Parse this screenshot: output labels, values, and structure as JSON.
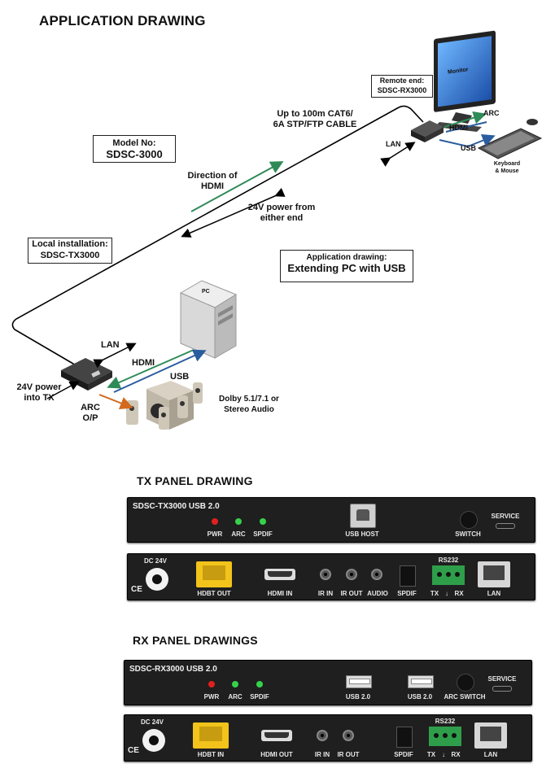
{
  "title": "APPLICATION DRAWING",
  "model": {
    "line1": "Model No:",
    "line2": "SDSC-3000"
  },
  "remote": {
    "line1": "Remote end:",
    "line2": "SDSC-RX3000"
  },
  "local": {
    "line1": "Local installation:",
    "line2": "SDSC-TX3000"
  },
  "appbox": {
    "line1": "Application drawing:",
    "line2": "Extending PC with USB"
  },
  "cable": {
    "line1": "Up to 100m CAT6/",
    "line2": "6A STP/FTP CABLE"
  },
  "direction": {
    "line1": "Direction of",
    "line2": "HDMI"
  },
  "power_either": {
    "line1": "24V power from",
    "line2": "either end"
  },
  "remote_labels": {
    "arc": "ARC",
    "hdmi": "HDMI",
    "usb": "USB",
    "lan": "LAN",
    "monitor": "Monitor",
    "kb1": "Keyboard",
    "kb2": "& Mouse"
  },
  "local_labels": {
    "lan": "LAN",
    "hdmi": "HDMI",
    "usb": "USB",
    "power1": "24V power",
    "power2": "into TX",
    "arc1": "ARC",
    "arc2": "O/P",
    "audio1": "Dolby 5.1/7.1 or",
    "audio2": "Stereo Audio",
    "pc": "PC"
  },
  "tx_section": "TX PANEL DRAWING",
  "rx_section": "RX PANEL DRAWINGS",
  "tx_front": {
    "title": "SDSC-TX3000 USB 2.0",
    "pwr": "PWR",
    "arc": "ARC",
    "spdif": "SPDIF",
    "usb_host": "USB HOST",
    "switch": "SWITCH",
    "service": "SERVICE"
  },
  "tx_rear": {
    "dc": "DC 24V",
    "hdbt": "HDBT OUT",
    "hdmi": "HDMI IN",
    "irin": "IR IN",
    "irout": "IR OUT",
    "audio": "AUDIO",
    "spdif": "SPDIF",
    "rs232": "RS232",
    "tx": "TX",
    "arrow": "↓",
    "rx": "RX",
    "lan": "LAN",
    "ce": "CE"
  },
  "rx_front": {
    "title": "SDSC-RX3000 USB 2.0",
    "pwr": "PWR",
    "arc": "ARC",
    "spdif": "SPDIF",
    "usb1": "USB 2.0",
    "usb2": "USB 2.0",
    "arcswitch": "ARC SWITCH",
    "service": "SERVICE"
  },
  "rx_rear": {
    "dc": "DC 24V",
    "hdbt": "HDBT IN",
    "hdmi": "HDMI OUT",
    "irin": "IR IN",
    "irout": "IR OUT",
    "spdif": "SPDIF",
    "rs232": "RS232",
    "tx": "TX",
    "arrow": "↓",
    "rx": "RX",
    "lan": "LAN",
    "ce": "CE"
  },
  "colors": {
    "hdmi_green": "#2e8b57",
    "usb_blue": "#2a5d9f",
    "arc_orange": "#d2691e",
    "led_red": "#e02020",
    "led_green": "#37d24a",
    "hdbt_yellow": "#f2c31a",
    "rs232_green": "#2e9e4a"
  }
}
